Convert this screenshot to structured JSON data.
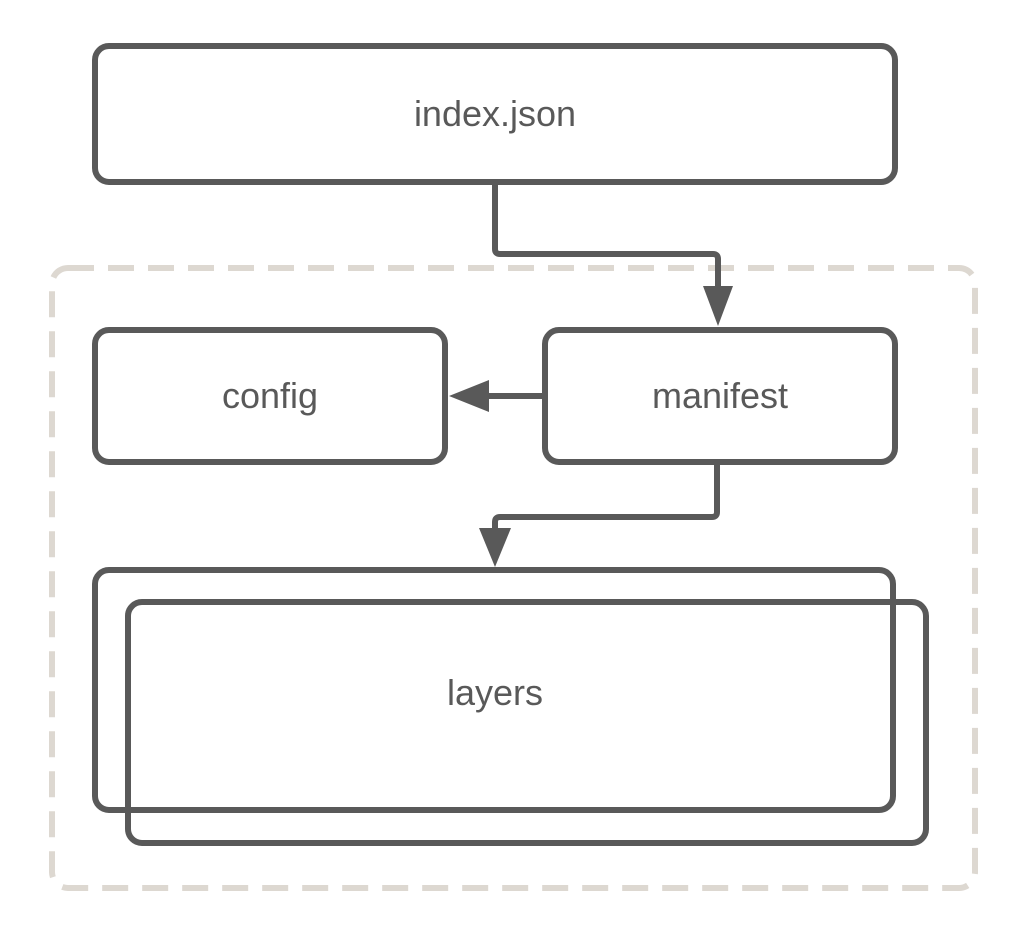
{
  "diagram": {
    "type": "flowchart",
    "background": "#ffffff",
    "colors": {
      "node_border": "#595959",
      "arrow": "#595959",
      "label_text": "#595959",
      "group_dashed_border": "#DDD8D1"
    },
    "nodes": {
      "index_json": {
        "label": "index.json"
      },
      "config": {
        "label": "config"
      },
      "manifest": {
        "label": "manifest"
      },
      "layers": {
        "label": "layers",
        "stacked": true
      }
    },
    "group": {
      "style": "dashed-rounded",
      "contains": [
        "config",
        "manifest",
        "layers"
      ]
    },
    "edges": [
      {
        "from": "index_json",
        "to": "manifest",
        "direction": "down"
      },
      {
        "from": "manifest",
        "to": "config",
        "direction": "left"
      },
      {
        "from": "manifest",
        "to": "layers",
        "direction": "down"
      }
    ]
  }
}
